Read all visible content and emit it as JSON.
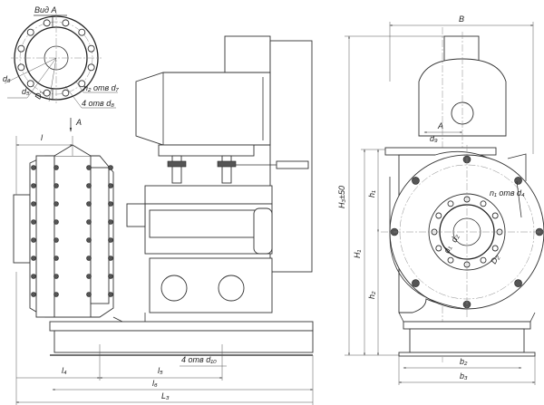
{
  "view_a": {
    "title": "Вид А",
    "labels": {
      "d6": "d₆",
      "d5": "d₅",
      "D1": "D₁",
      "n2_d7": "n₂ отв d₇",
      "n4_d8": "4 отв d₈"
    }
  },
  "side_view": {
    "arrow_label": "A",
    "dims": {
      "l": "l",
      "l4": "l₄",
      "l5": "l₅",
      "l6": "l₆",
      "L3": "L₃",
      "holes_d10": "4 отв d₁₀"
    }
  },
  "front_view": {
    "dims": {
      "B": "B",
      "A": "A",
      "d9": "d₉",
      "H3": "H₃±50",
      "h1": "h₁",
      "H1": "H₁",
      "h2": "h₂",
      "n1_d4": "n₁ отв d₄",
      "d1": "d₁",
      "d2": "d₂",
      "D2": "D₂",
      "b2": "b₂",
      "b3": "b₃"
    }
  }
}
